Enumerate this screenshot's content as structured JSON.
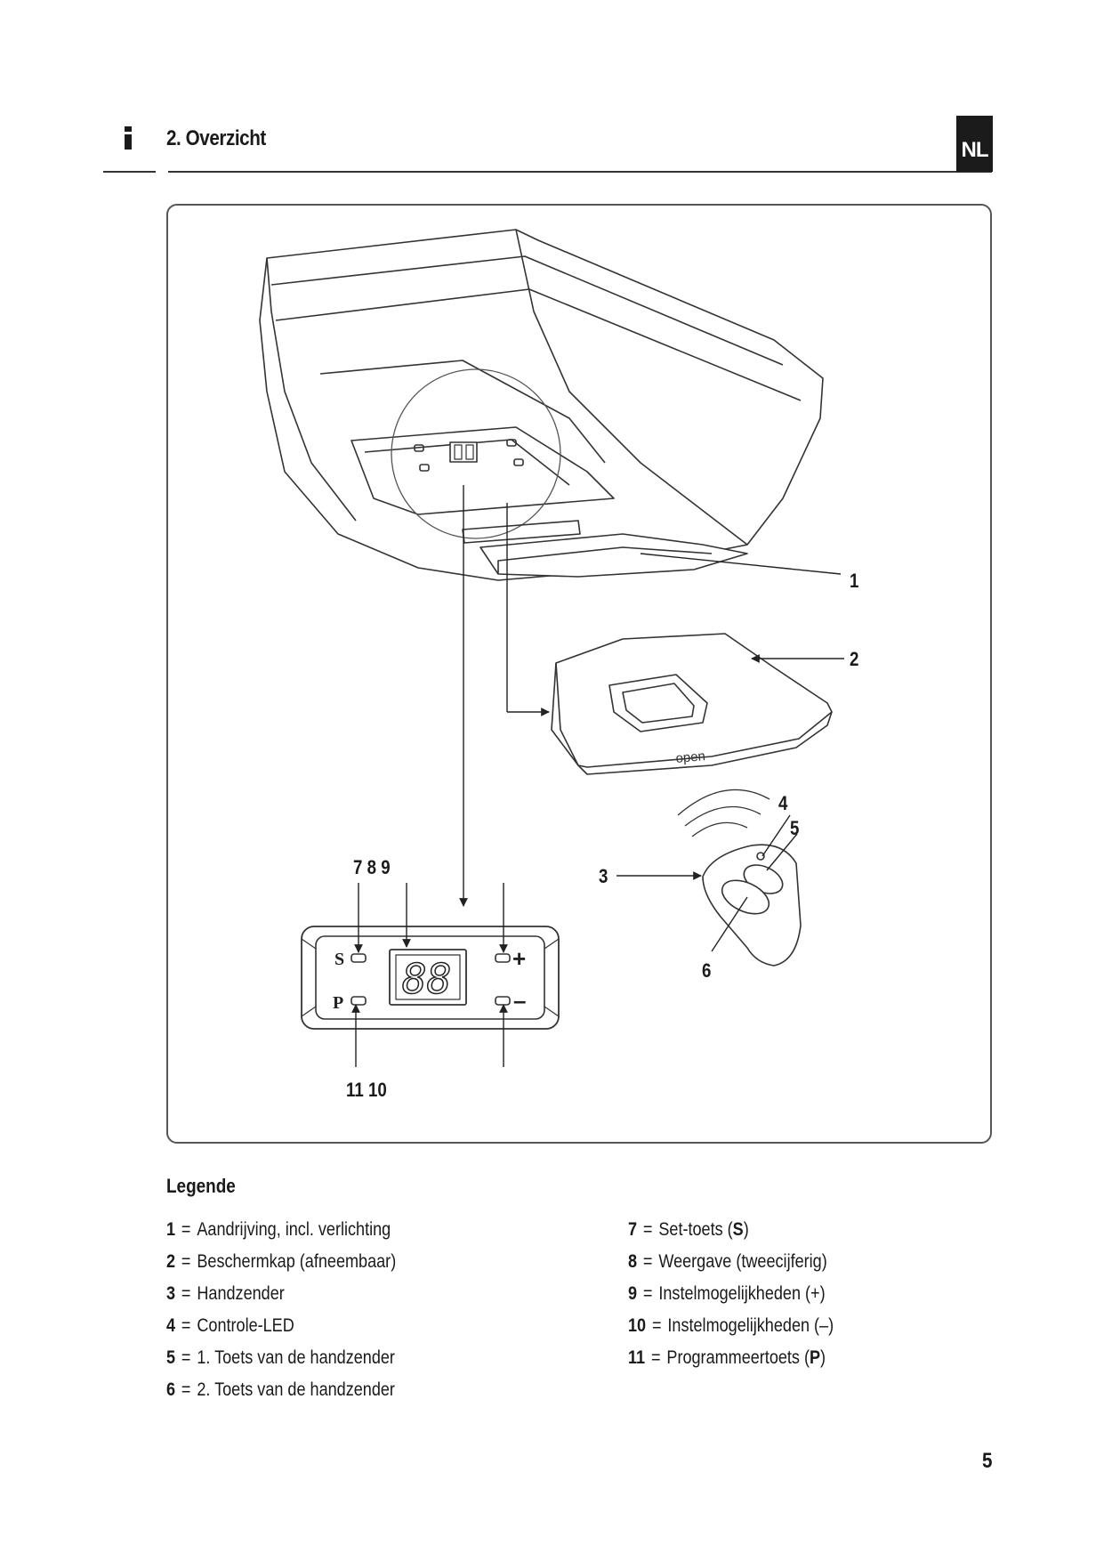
{
  "header": {
    "section_title": "2. Overzicht",
    "language_badge": "NL",
    "icon": "info-icon"
  },
  "figure": {
    "callouts": {
      "c1": "1",
      "c2": "2",
      "c3": "3",
      "c4": "4",
      "c5": "5",
      "c6": "6",
      "c789": "7 8 9",
      "c1110": "11 10"
    },
    "cover_text": "open",
    "panel": {
      "set_key": "S",
      "prog_key": "P",
      "plus": "+",
      "minus": "–",
      "display": "88"
    }
  },
  "legend": {
    "title": "Legende",
    "left": [
      {
        "num": "1",
        "text": "Aandrijving, incl. verlichting"
      },
      {
        "num": "2",
        "text": "Beschermkap (afneembaar)"
      },
      {
        "num": "3",
        "text": "Handzender"
      },
      {
        "num": "4",
        "text": "Controle-LED"
      },
      {
        "num": "5",
        "text": "1. Toets van de handzender"
      },
      {
        "num": "6",
        "text": "2. Toets van de handzender"
      }
    ],
    "right": [
      {
        "num": "7",
        "pre": "Set-toets (",
        "key": "S",
        "post": ")"
      },
      {
        "num": "8",
        "pre": "Weergave (tweecijferig)",
        "key": "",
        "post": ""
      },
      {
        "num": "9",
        "pre": "Instelmogelijkheden (+)",
        "key": "",
        "post": ""
      },
      {
        "num": "10",
        "pre": "Instelmogelijkheden (–)",
        "key": "",
        "post": ""
      },
      {
        "num": "11",
        "pre": "Programmeertoets (",
        "key": "P",
        "post": ")"
      }
    ]
  },
  "footer": {
    "page_number": "5"
  }
}
